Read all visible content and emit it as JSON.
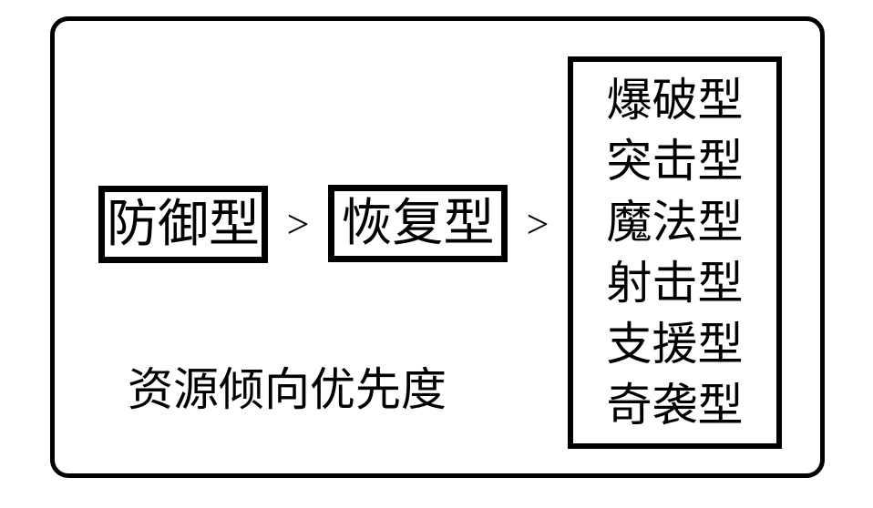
{
  "diagram": {
    "caption": "资源倾向优先度",
    "separator_symbol": ">",
    "nodes": {
      "first": "防御型",
      "second": "恢复型"
    },
    "group": {
      "items": [
        "爆破型",
        "突击型",
        "魔法型",
        "射击型",
        "支援型",
        "奇袭型"
      ]
    },
    "colors": {
      "ink": "#000000",
      "background": "#ffffff"
    }
  }
}
